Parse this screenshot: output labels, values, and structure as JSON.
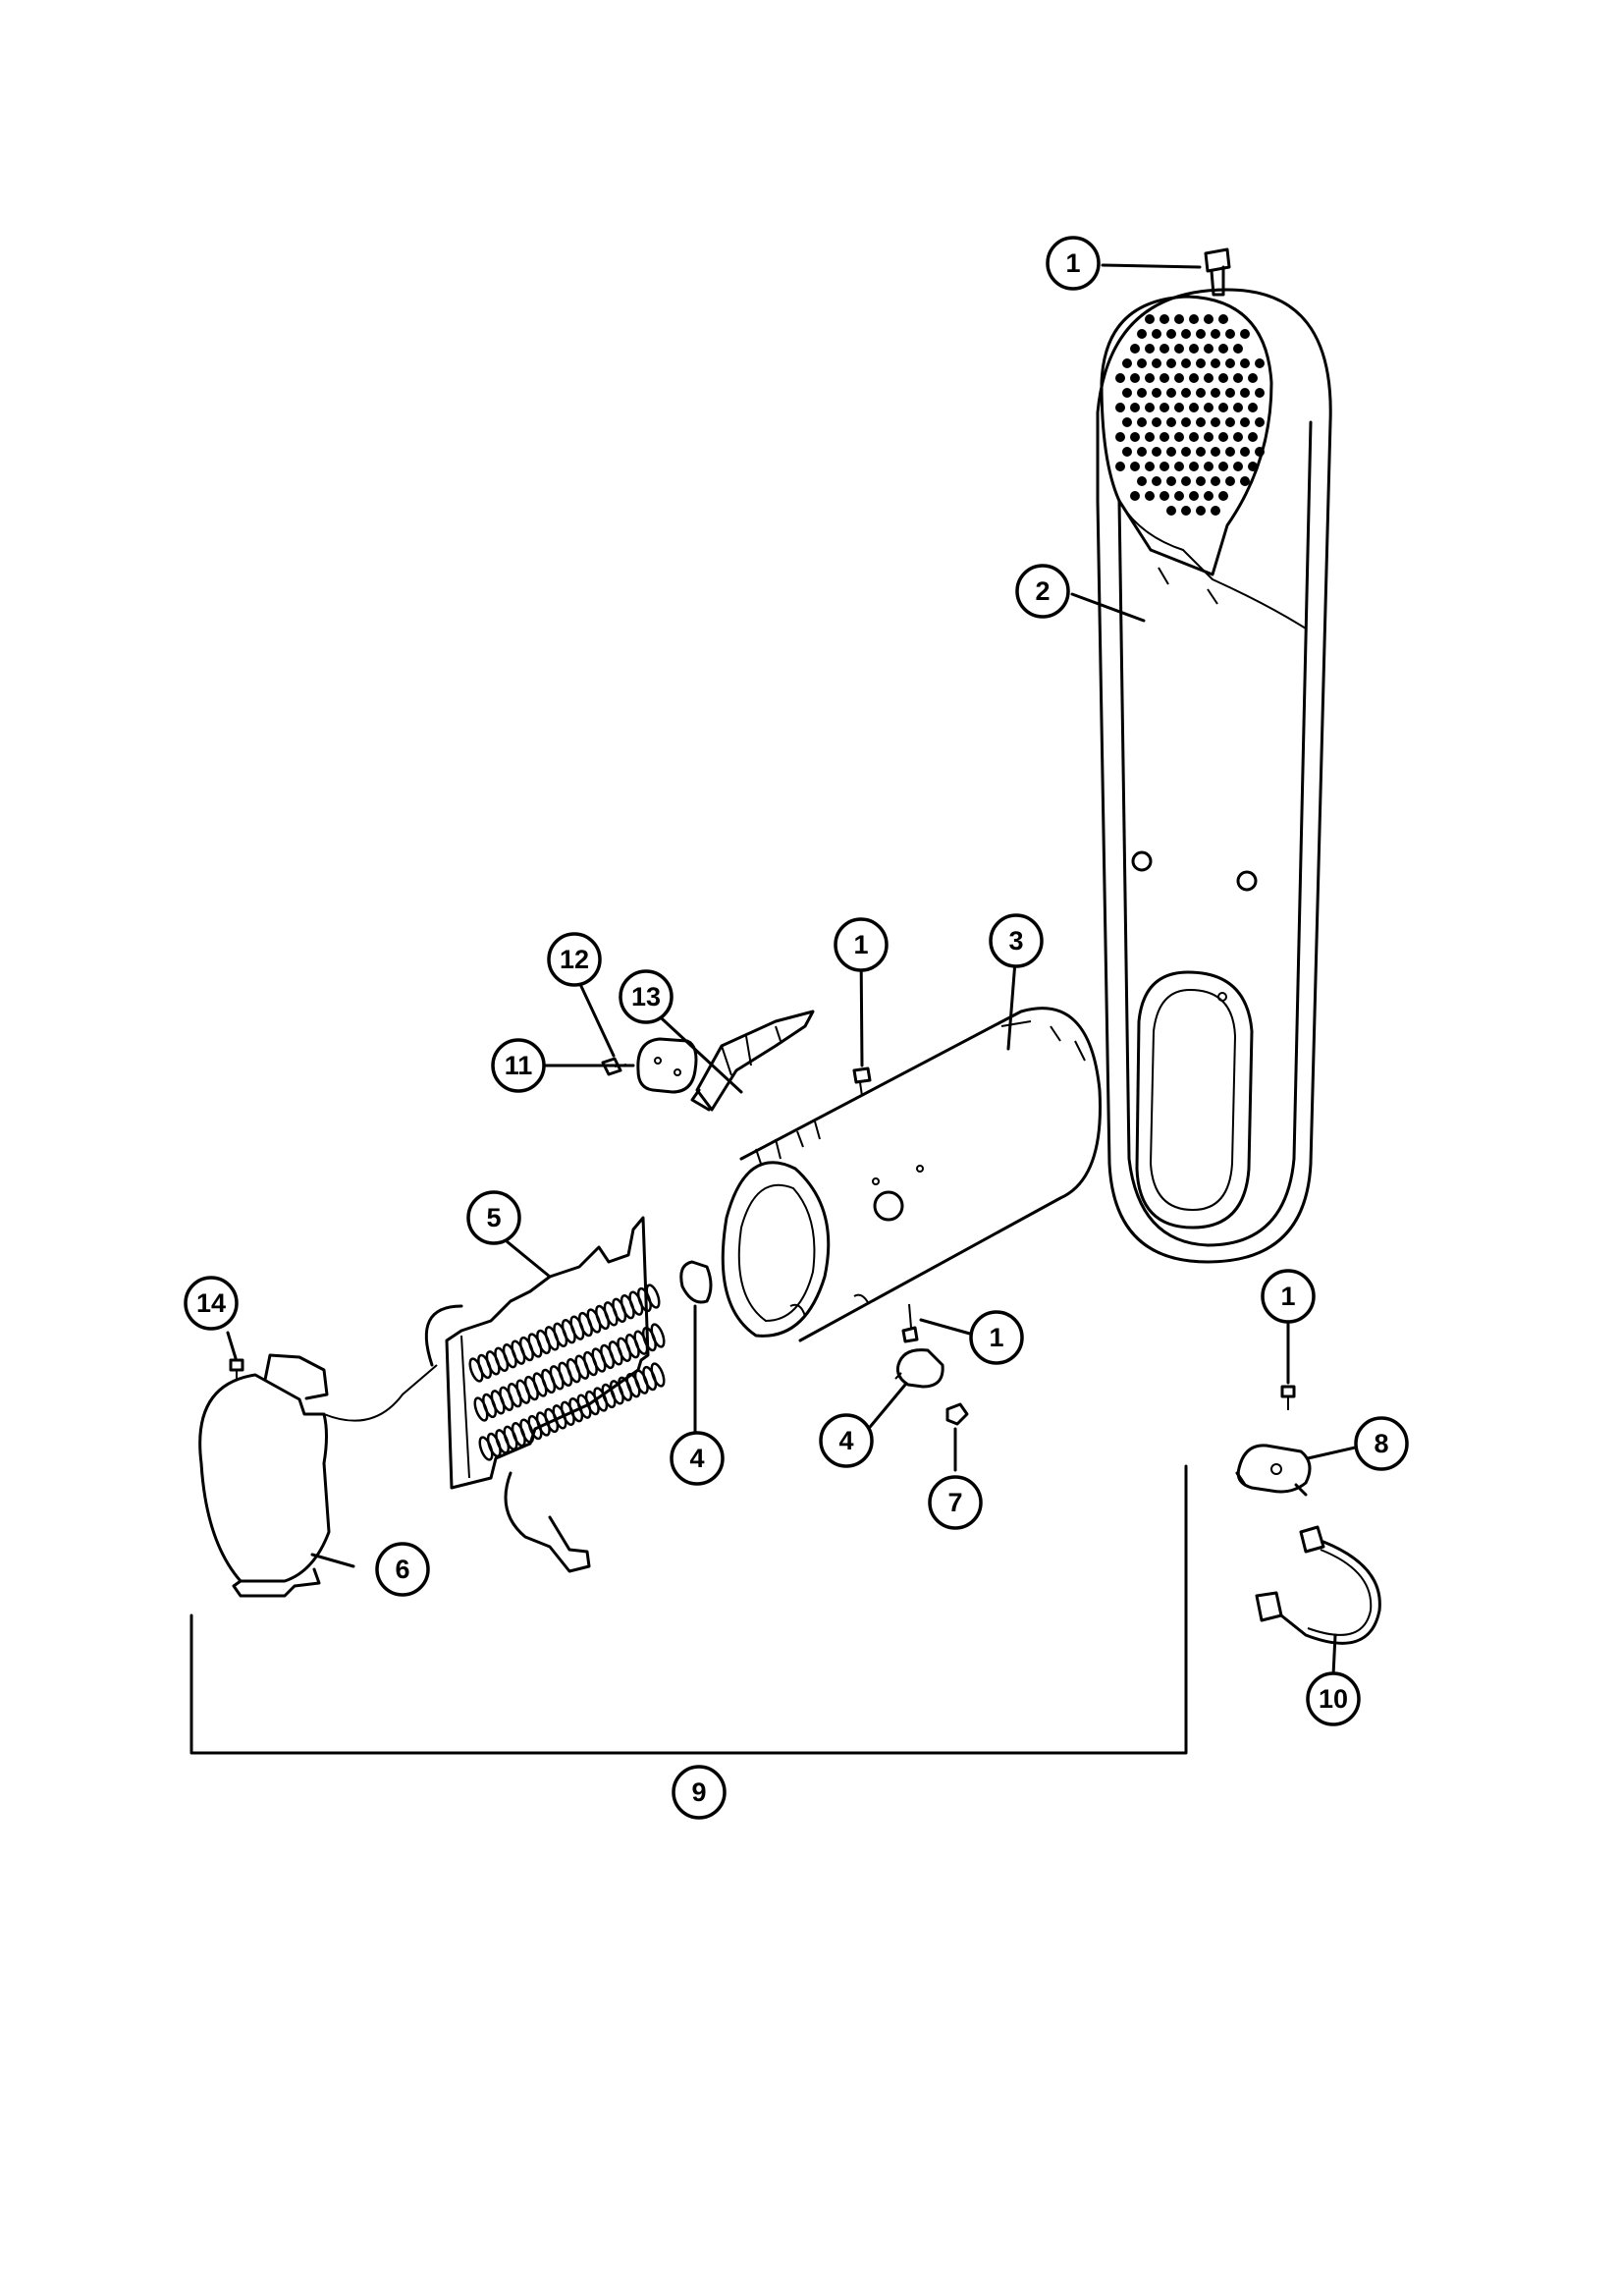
{
  "callouts": [
    {
      "id": "c1a",
      "label": "1"
    },
    {
      "id": "c2",
      "label": "2"
    },
    {
      "id": "c1b",
      "label": "1"
    },
    {
      "id": "c3",
      "label": "3"
    },
    {
      "id": "c12",
      "label": "12"
    },
    {
      "id": "c13",
      "label": "13"
    },
    {
      "id": "c11",
      "label": "11"
    },
    {
      "id": "c5",
      "label": "5"
    },
    {
      "id": "c14",
      "label": "14"
    },
    {
      "id": "c4a",
      "label": "4"
    },
    {
      "id": "c1c",
      "label": "1"
    },
    {
      "id": "c4b",
      "label": "4"
    },
    {
      "id": "c7",
      "label": "7"
    },
    {
      "id": "c1d",
      "label": "1"
    },
    {
      "id": "c8",
      "label": "8"
    },
    {
      "id": "c6",
      "label": "6"
    },
    {
      "id": "c10",
      "label": "10"
    },
    {
      "id": "c9",
      "label": "9"
    }
  ]
}
